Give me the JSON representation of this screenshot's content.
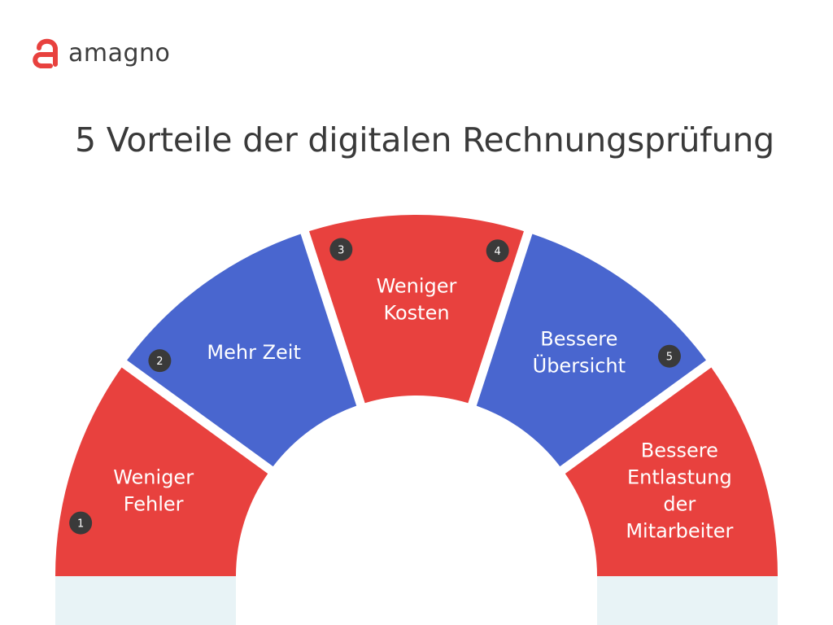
{
  "brand": {
    "name": "amagno",
    "color": "#e8413e"
  },
  "title": "5 Vorteile der digitalen Rechnungsprüfung",
  "colors": {
    "red": "#e8413e",
    "blue": "#4966cf",
    "badge": "#3a3a3a",
    "base": "#e8f3f6"
  },
  "segments": [
    {
      "number": "1",
      "lines": [
        "Weniger",
        "Fehler"
      ],
      "color": "red"
    },
    {
      "number": "2",
      "lines": [
        "Mehr Zeit"
      ],
      "color": "blue"
    },
    {
      "number": "3",
      "lines": [
        "Weniger",
        "Kosten"
      ],
      "color": "red"
    },
    {
      "number": "4",
      "lines": [
        "Bessere",
        "Übersicht"
      ],
      "color": "blue"
    },
    {
      "number": "5",
      "lines": [
        "Bessere",
        "Entlastung",
        "der",
        "Mitarbeiter"
      ],
      "color": "red"
    }
  ]
}
